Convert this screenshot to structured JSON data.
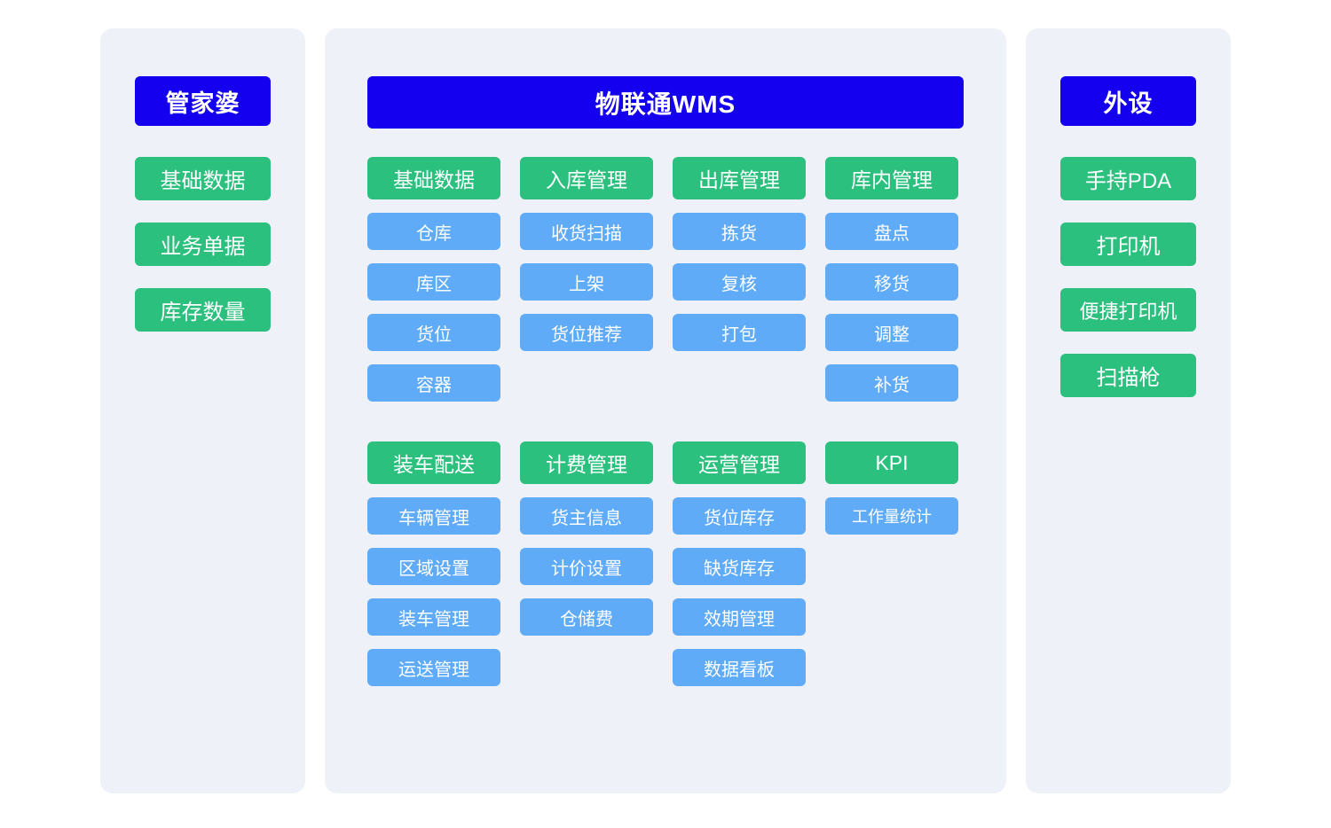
{
  "colors": {
    "page_background": "#ffffff",
    "panel_background": "#eef1f7",
    "header_blue": "#1400ee",
    "category_green": "#2bc07e",
    "subitem_blue": "#5fabf7",
    "text_on_fill": "#ffffff"
  },
  "left_panel": {
    "header": "管家婆",
    "items": [
      "基础数据",
      "业务单据",
      "库存数量"
    ]
  },
  "main_panel": {
    "header": "物联通WMS",
    "sections": [
      {
        "columns": [
          {
            "category": "基础数据",
            "items": [
              "仓库",
              "库区",
              "货位",
              "容器"
            ]
          },
          {
            "category": "入库管理",
            "items": [
              "收货扫描",
              "上架",
              "货位推荐"
            ]
          },
          {
            "category": "出库管理",
            "items": [
              "拣货",
              "复核",
              "打包"
            ]
          },
          {
            "category": "库内管理",
            "items": [
              "盘点",
              "移货",
              "调整",
              "补货"
            ]
          }
        ]
      },
      {
        "columns": [
          {
            "category": "装车配送",
            "items": [
              "车辆管理",
              "区域设置",
              "装车管理",
              "运送管理"
            ]
          },
          {
            "category": "计费管理",
            "items": [
              "货主信息",
              "计价设置",
              "仓储费"
            ]
          },
          {
            "category": "运营管理",
            "items": [
              "货位库存",
              "缺货库存",
              "效期管理",
              "数据看板"
            ]
          },
          {
            "category": "KPI",
            "items": [
              "工作量统计"
            ]
          }
        ]
      }
    ]
  },
  "right_panel": {
    "header": "外设",
    "items": [
      "手持PDA",
      "打印机",
      "便捷打印机",
      "扫描枪"
    ]
  }
}
